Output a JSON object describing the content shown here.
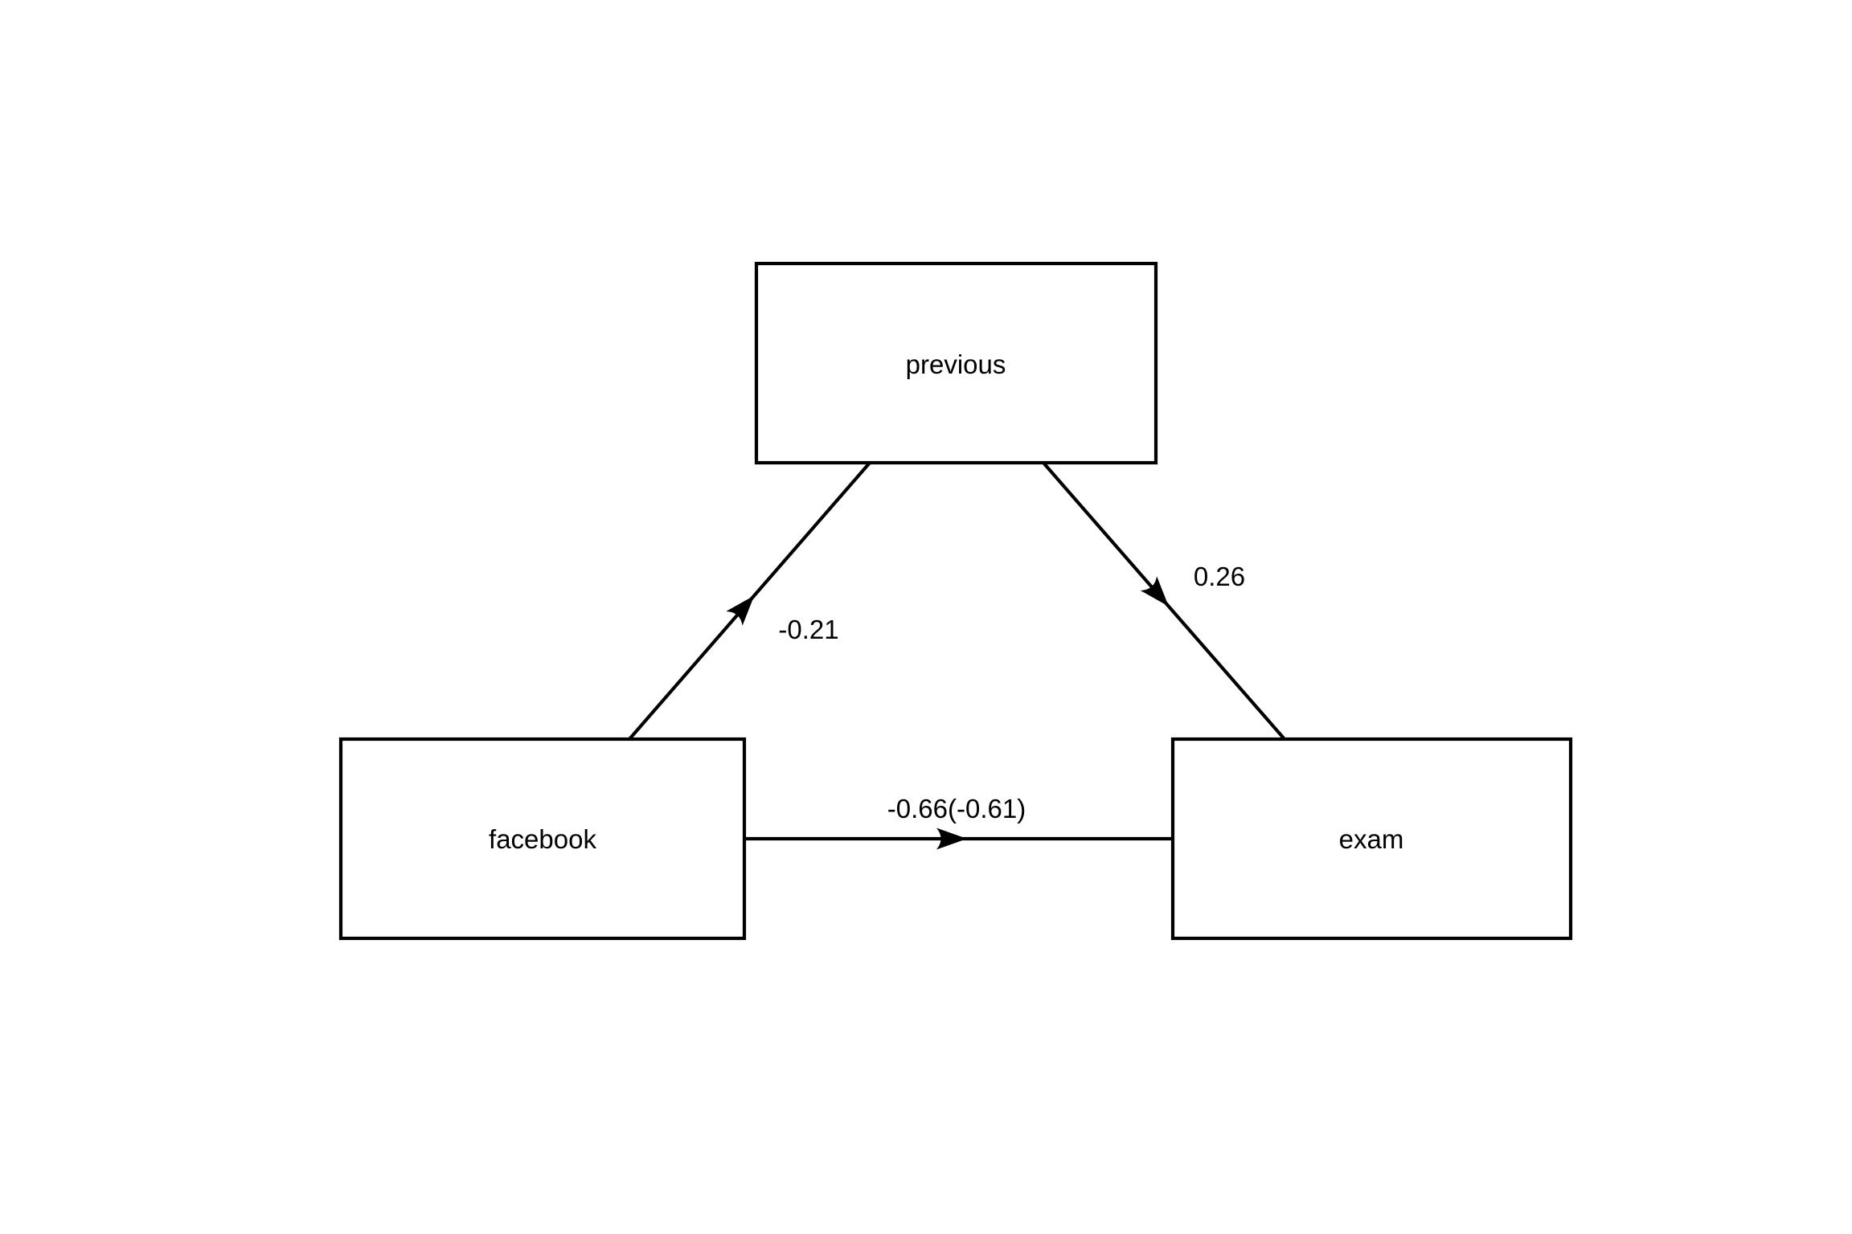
{
  "diagram": {
    "type": "path-diagram",
    "background_color": "#ffffff",
    "stroke_color": "#000000",
    "text_color": "#000000",
    "nodes": [
      {
        "id": "previous",
        "label": "previous",
        "shape": "rectangle",
        "position": "top-center"
      },
      {
        "id": "facebook",
        "label": "facebook",
        "shape": "rectangle",
        "position": "bottom-left"
      },
      {
        "id": "exam",
        "label": "exam",
        "shape": "rectangle",
        "position": "bottom-right"
      }
    ],
    "edges": [
      {
        "from": "facebook",
        "to": "previous",
        "label": "-0.21",
        "style": "straight-arrow"
      },
      {
        "from": "previous",
        "to": "exam",
        "label": "0.26",
        "style": "straight-arrow"
      },
      {
        "from": "facebook",
        "to": "exam",
        "label": "-0.66(-0.61)",
        "style": "straight-arrow"
      }
    ]
  }
}
